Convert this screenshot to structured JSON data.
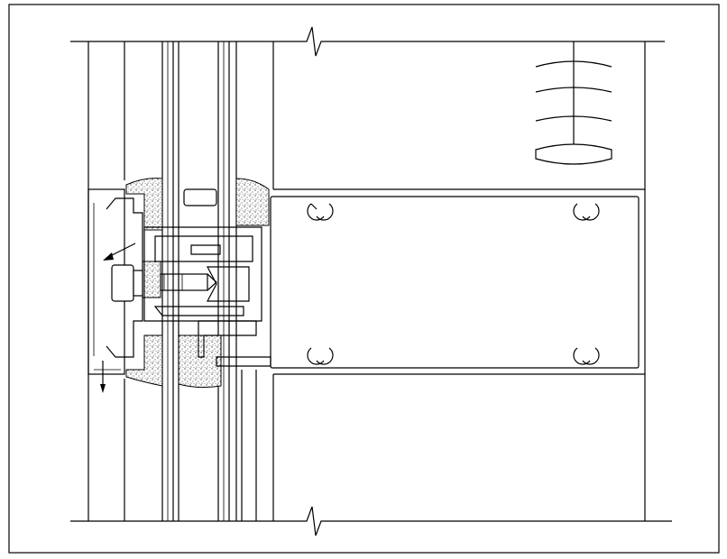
{
  "drawing": {
    "line_color": "#000000",
    "background_color": "#ffffff",
    "components": [
      {
        "name": "drawing-frame"
      },
      {
        "name": "floor-slab"
      },
      {
        "name": "insulating-glass-panel"
      },
      {
        "name": "structural-silicone-seal"
      },
      {
        "name": "spacer-block"
      },
      {
        "name": "pressure-plate-profile"
      },
      {
        "name": "anchor-bolt"
      },
      {
        "name": "steel-mullion-tube"
      },
      {
        "name": "adjustable-bracket"
      },
      {
        "name": "drainage-arrow"
      },
      {
        "name": "break-lines"
      }
    ]
  }
}
